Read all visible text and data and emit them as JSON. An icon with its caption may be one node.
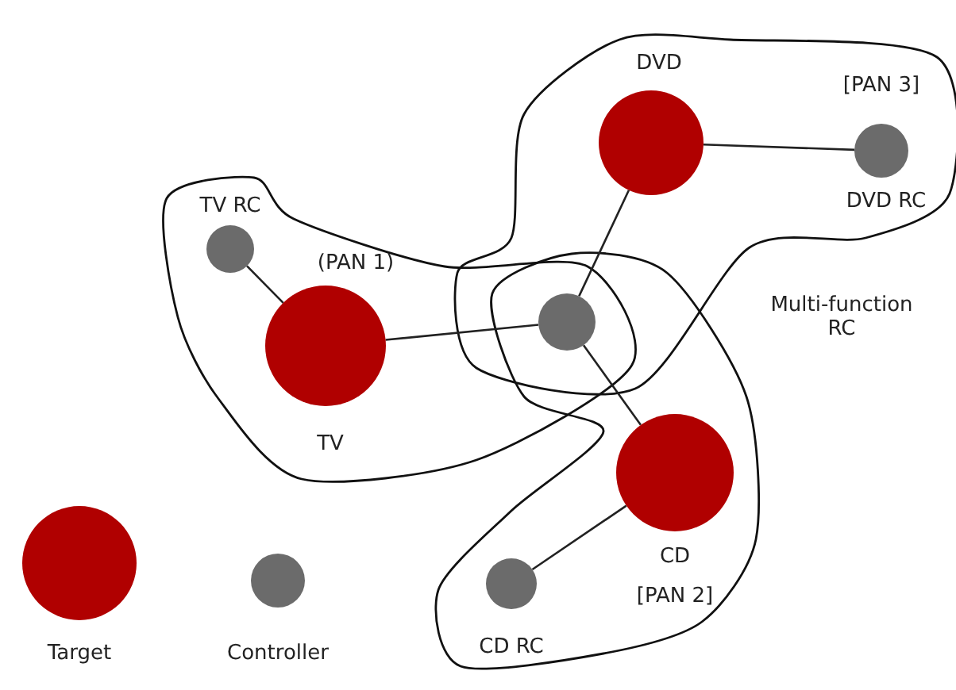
{
  "diagram": {
    "nodes": [
      {
        "text": [
          "TV RC"
        ]
      },
      {
        "text": [
          "DVD"
        ]
      },
      {
        "text": [
          "DVD RC"
        ]
      },
      {
        "text": [
          "TV"
        ]
      },
      {
        "text": [],
        "shape": "circle"
      },
      {
        "text": [
          "CD"
        ]
      },
      {
        "text": [
          "CD RC"
        ]
      }
    ],
    "edges": [
      {
        "from": 0,
        "to": 3,
        "arrow": "none"
      },
      {
        "from": 3,
        "to": 4,
        "arrow": "none"
      },
      {
        "from": 1,
        "to": 4,
        "arrow": "none"
      },
      {
        "from": 1,
        "to": 2,
        "arrow": "none"
      },
      {
        "from": 4,
        "to": 5,
        "arrow": "none"
      },
      {
        "from": 5,
        "to": 6,
        "arrow": "none"
      }
    ],
    "labels": [
      "[PAN 3]",
      "(PAN 1)",
      "Multi-function RC",
      "[PAN 2]"
    ],
    "legend": [
      {
        "text": "Target",
        "color": "#b00000"
      },
      {
        "text": "Controller",
        "color": "#6b6b6b"
      }
    ]
  }
}
